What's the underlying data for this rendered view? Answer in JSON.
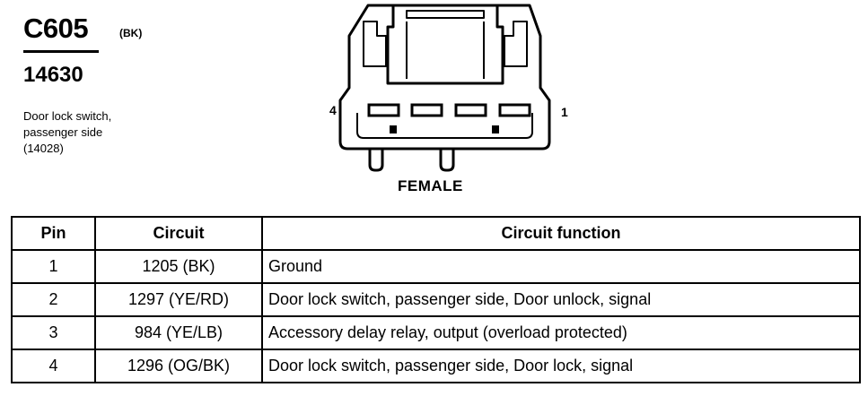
{
  "header": {
    "connector_id": "C605",
    "connector_color": "(BK)",
    "part_number": "14630",
    "description_lines": [
      "Door lock switch,",
      "passenger side",
      "(14028)"
    ]
  },
  "connector": {
    "pin_left_label": "4",
    "pin_right_label": "1",
    "gender": "FEMALE"
  },
  "table": {
    "headers": [
      "Pin",
      "Circuit",
      "Circuit function"
    ],
    "rows": [
      {
        "pin": "1",
        "circuit": "1205 (BK)",
        "function": "Ground"
      },
      {
        "pin": "2",
        "circuit": "1297 (YE/RD)",
        "function": "Door lock switch, passenger side, Door unlock, signal"
      },
      {
        "pin": "3",
        "circuit": "984 (YE/LB)",
        "function": "Accessory delay relay, output (overload protected)"
      },
      {
        "pin": "4",
        "circuit": "1296 (OG/BK)",
        "function": "Door lock switch, passenger side, Door lock, signal"
      }
    ]
  }
}
